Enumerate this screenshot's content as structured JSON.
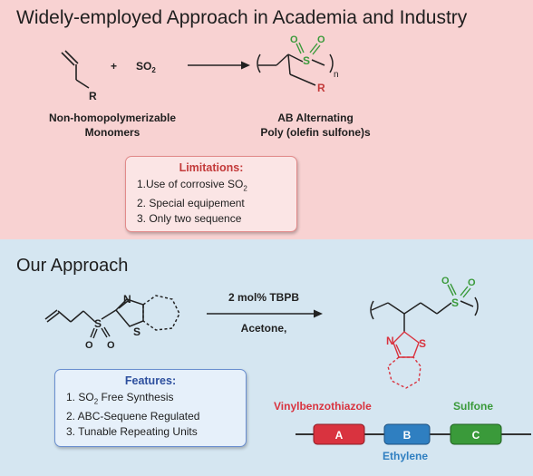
{
  "top": {
    "title": "Widely-employed Approach in Academia and Industry",
    "r_group": "R",
    "plus": "+",
    "so2_main": "SO",
    "so2_sub": "2",
    "product_r": "R",
    "s_atom": "S",
    "o_atom": "O",
    "n_label": "n",
    "monomer_line1": "Non-homopolymerizable",
    "monomer_line2": "Monomers",
    "product_line1": "AB Alternating",
    "product_line2": "Poly (olefin sulfone)s",
    "limitations": {
      "title": "Limitations:",
      "item1_pre": "1.Use of corrosive SO",
      "item1_sub": "2",
      "item2": "2. Special equipement",
      "item3": "3. Only two sequence"
    }
  },
  "bottom": {
    "title": "Our Approach",
    "conditions_top": "2 mol% TBPB",
    "conditions_bottom": "Acetone,",
    "n_atom": "N",
    "s_atom": "S",
    "o_atom": "O",
    "features": {
      "title": "Features:",
      "item1_pre": "1. SO",
      "item1_sub": "2",
      "item1_post": " Free Synthesis",
      "item2": "2. ABC-Sequene Regulated",
      "item3": "3. Tunable Repeating Units"
    },
    "sequence": {
      "label_a": "Vinylbenzothiazole",
      "label_b": "Ethylene",
      "label_c": "Sulfone",
      "block_a": "A",
      "block_b": "B",
      "block_c": "C",
      "color_a": "#d9333f",
      "color_b": "#2f7fc1",
      "color_c": "#3a9a3a"
    }
  }
}
